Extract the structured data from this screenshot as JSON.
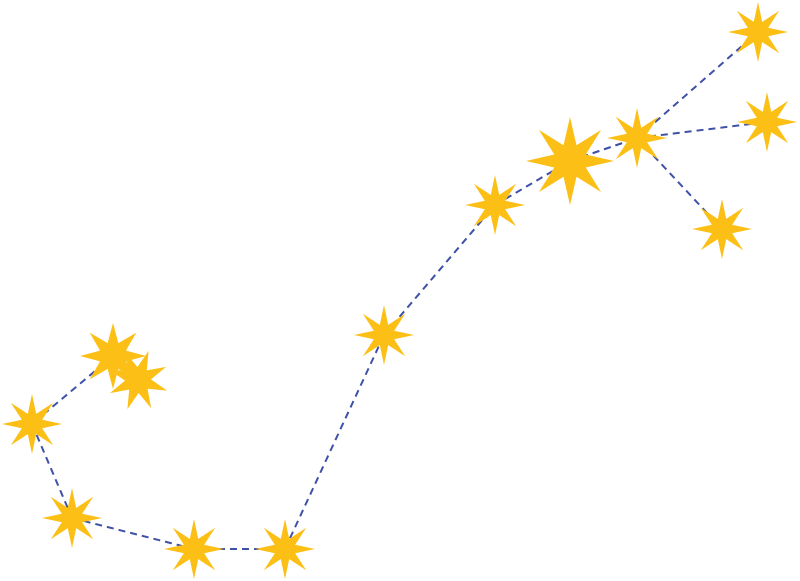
{
  "diagram": {
    "type": "constellation",
    "colors": {
      "background": "#ffffff",
      "star": "#fbbf16",
      "link": "#3f51a6"
    },
    "icon": "star-icon",
    "stars": [
      {
        "id": "s1"
      },
      {
        "id": "s2"
      },
      {
        "id": "s3"
      },
      {
        "id": "s4"
      },
      {
        "id": "s5"
      },
      {
        "id": "s6"
      },
      {
        "id": "s7"
      },
      {
        "id": "s8"
      },
      {
        "id": "s9"
      },
      {
        "id": "s10"
      },
      {
        "id": "s11"
      },
      {
        "id": "s12"
      },
      {
        "id": "s13"
      },
      {
        "id": "s14"
      }
    ],
    "links": [
      [
        "s1",
        "s3"
      ],
      [
        "s3",
        "s4"
      ],
      [
        "s4",
        "s5"
      ],
      [
        "s5",
        "s6"
      ],
      [
        "s6",
        "s7"
      ],
      [
        "s7",
        "s8"
      ],
      [
        "s8",
        "s9"
      ],
      [
        "s9",
        "s10"
      ],
      [
        "s10",
        "s11"
      ],
      [
        "s11",
        "s12"
      ],
      [
        "s11",
        "s13"
      ],
      [
        "s11",
        "s14"
      ]
    ]
  }
}
